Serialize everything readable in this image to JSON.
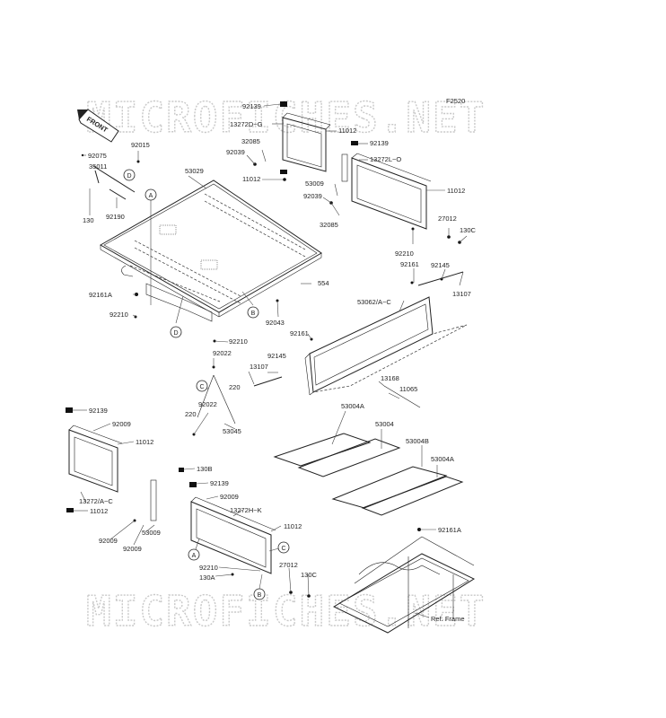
{
  "diagram_code": "F2520",
  "watermark_text": "MICROFICHES.NET",
  "front_label": "FRONT",
  "ref_frame_label": "Ref. Frame",
  "callout_letters": {
    "a": "A",
    "b": "B",
    "c": "C",
    "d": "D"
  },
  "part_labels": {
    "p92139_top": "92139",
    "p13272DG": "13272D~G",
    "p11012_a": "11012",
    "p32085_a": "32085",
    "p92039_a": "92039",
    "p11012_b": "11012",
    "p92139_b": "92139",
    "p13272LO": "13272L~O",
    "p53009_a": "53009",
    "p11012_c": "11012",
    "p92039_b": "92039",
    "p32085_b": "32085",
    "p27012_a": "27012",
    "p130C_a": "130C",
    "p92210_a": "92210",
    "p92161_a": "92161",
    "p92145_a": "92145",
    "p13107_a": "13107",
    "p92075": "92075",
    "p35011": "35011",
    "p92015": "92015",
    "p53029": "53029",
    "p130_a": "130",
    "p92190": "92190",
    "p92161A_a": "92161A",
    "p92210_b": "92210",
    "p554": "554",
    "p92043": "92043",
    "p92210_c": "92210",
    "p53062AC": "53062/A~C",
    "p92161_b": "92161",
    "p92022_a": "92022",
    "p92145_b": "92145",
    "p13107_b": "13107",
    "p220_a": "220",
    "p92022_b": "92022",
    "p220_b": "220",
    "p53045": "53045",
    "p13168": "13168",
    "p11065": "11065",
    "p53004A_a": "53004A",
    "p53004": "53004",
    "p53004B": "53004B",
    "p53004A_b": "53004A",
    "p92139_c": "92139",
    "p92009_a": "92009",
    "p11012_d": "11012",
    "p13272AC": "13272/A~C",
    "p11012_e": "11012",
    "p130B": "130B",
    "p92139_d": "92139",
    "p92009_b": "92009",
    "p13272HK": "13272H~K",
    "p11012_f": "11012",
    "p53009_b": "53009",
    "p92009_c": "92009",
    "p92009_d": "92009",
    "p27012_b": "27012",
    "p92210_d": "92210",
    "p130A": "130A",
    "p130C_b": "130C",
    "p92161A_b": "92161A"
  }
}
